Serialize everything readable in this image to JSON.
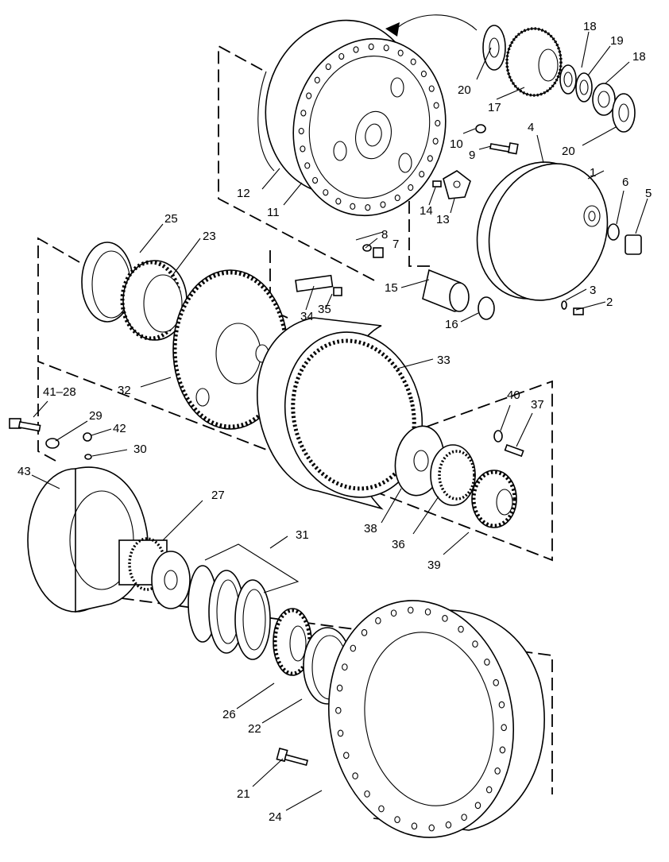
{
  "callouts": [
    {
      "id": "c1",
      "text": "1"
    },
    {
      "id": "c2",
      "text": "2"
    },
    {
      "id": "c3",
      "text": "3"
    },
    {
      "id": "c4",
      "text": "4"
    },
    {
      "id": "c5",
      "text": "5"
    },
    {
      "id": "c6",
      "text": "6"
    },
    {
      "id": "c7",
      "text": "7"
    },
    {
      "id": "c8",
      "text": "8"
    },
    {
      "id": "c9",
      "text": "9"
    },
    {
      "id": "c10",
      "text": "10"
    },
    {
      "id": "c11",
      "text": "11"
    },
    {
      "id": "c12",
      "text": "12"
    },
    {
      "id": "c13",
      "text": "13"
    },
    {
      "id": "c14",
      "text": "14"
    },
    {
      "id": "c15",
      "text": "15"
    },
    {
      "id": "c16",
      "text": "16"
    },
    {
      "id": "c17",
      "text": "17"
    },
    {
      "id": "c18a",
      "text": "18"
    },
    {
      "id": "c18b",
      "text": "18"
    },
    {
      "id": "c19",
      "text": "19"
    },
    {
      "id": "c20a",
      "text": "20"
    },
    {
      "id": "c20b",
      "text": "20"
    },
    {
      "id": "c21",
      "text": "21"
    },
    {
      "id": "c22",
      "text": "22"
    },
    {
      "id": "c23",
      "text": "23"
    },
    {
      "id": "c24",
      "text": "24"
    },
    {
      "id": "c25",
      "text": "25"
    },
    {
      "id": "c26",
      "text": "26"
    },
    {
      "id": "c27",
      "text": "27"
    },
    {
      "id": "c29",
      "text": "29"
    },
    {
      "id": "c30",
      "text": "30"
    },
    {
      "id": "c31",
      "text": "31"
    },
    {
      "id": "c32",
      "text": "32"
    },
    {
      "id": "c33",
      "text": "33"
    },
    {
      "id": "c34",
      "text": "34"
    },
    {
      "id": "c35",
      "text": "35"
    },
    {
      "id": "c36",
      "text": "36"
    },
    {
      "id": "c37",
      "text": "37"
    },
    {
      "id": "c38",
      "text": "38"
    },
    {
      "id": "c39",
      "text": "39"
    },
    {
      "id": "c40",
      "text": "40"
    },
    {
      "id": "c41",
      "text": "41–28"
    },
    {
      "id": "c42",
      "text": "42"
    },
    {
      "id": "c43",
      "text": "43"
    }
  ]
}
